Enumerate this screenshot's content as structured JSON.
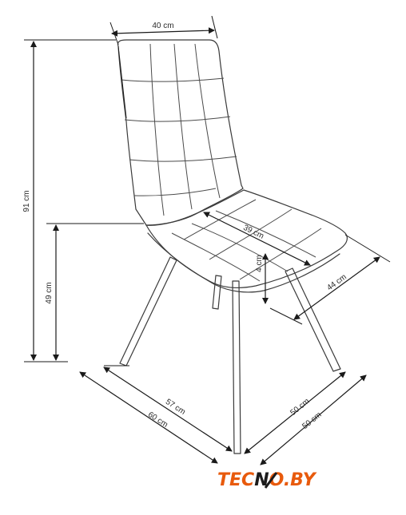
{
  "dimensions": {
    "seat_back_width": "40 cm",
    "total_height": "91 cm",
    "seat_height": "49 cm",
    "seat_depth": "39 cm",
    "cushion_thickness": "4 cm",
    "seat_width": "44 cm",
    "leg_depth": "57 cm",
    "overall_depth": "60 cm",
    "leg_width": "50 cm",
    "overall_width": "50 cm"
  },
  "logo": {
    "text_left": "TEC",
    "text_highlight": "N",
    "text_right": "O.BY",
    "color_main": "#e85a0c",
    "color_accent": "#1c1c1c"
  },
  "colors": {
    "lines": "#1a1a1a",
    "chair_outline": "#3a3a3a"
  }
}
